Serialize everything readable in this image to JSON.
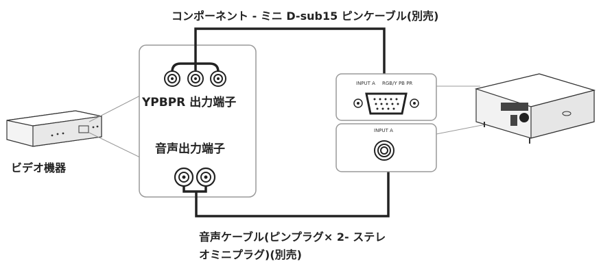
{
  "component_cable_label": "コンポーネント - ミニ D-sub15 ピンケーブル(別売)",
  "ypbpr_output_label": "YPBPR 出力端子",
  "audio_output_label": "音声出力端子",
  "video_device_label": "ビデオ機器",
  "audio_cable_label_line1": "音声ケーブル(ピンプラグ× 2- ステレ",
  "audio_cable_label_line2": "オミニプラグ)(別売)",
  "projector_panel": {
    "top_panel_text_left": "INPUT A",
    "top_panel_text_right": "RGB/Y PB PR",
    "bottom_panel_text": "INPUT A"
  }
}
